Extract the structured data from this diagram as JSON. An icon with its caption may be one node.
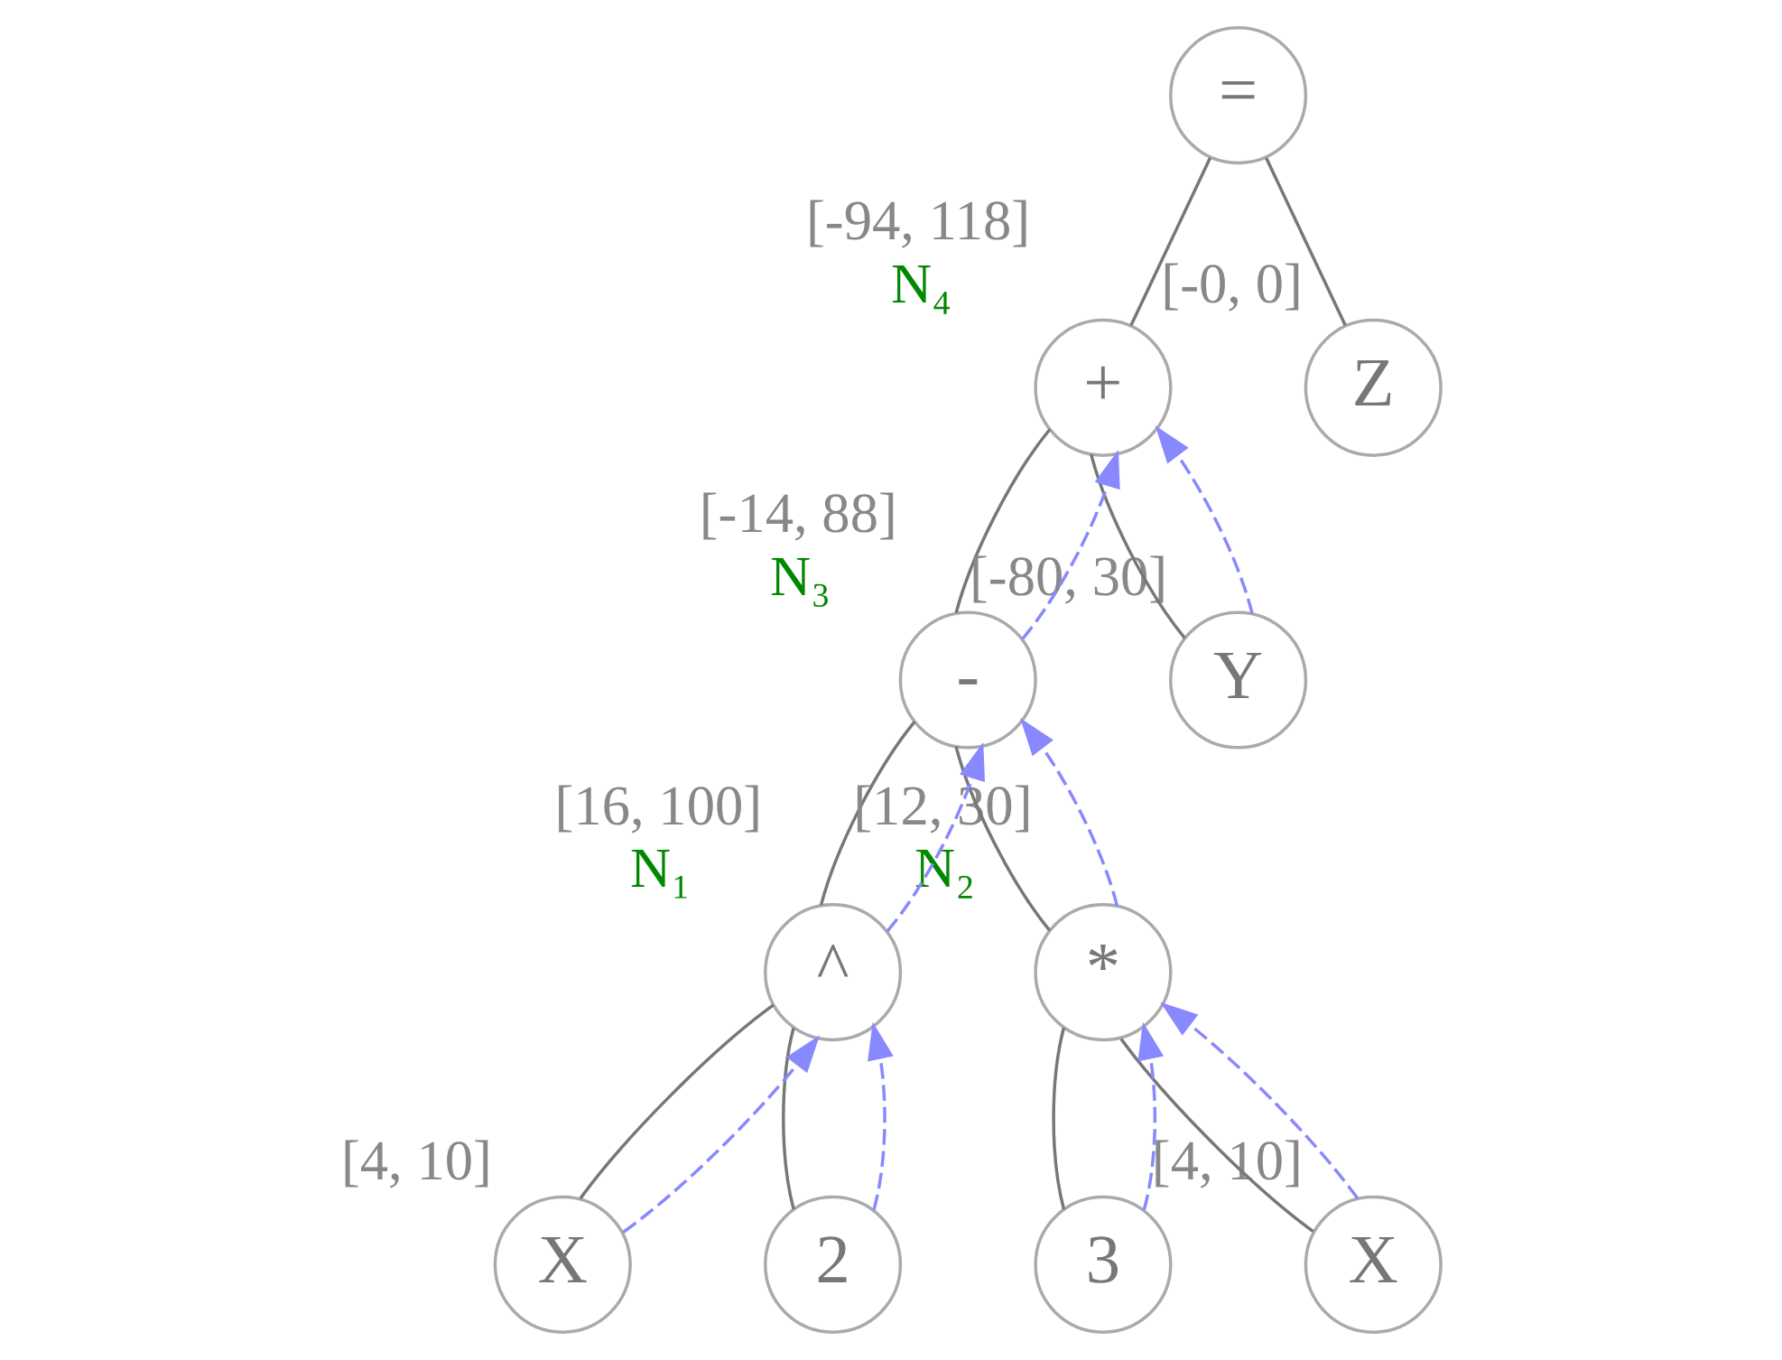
{
  "diagram": {
    "nodes": [
      {
        "text": [
          "="
        ]
      },
      {
        "text": [
          "+"
        ],
        "beside": [
          "[-94, 118]",
          "N₄"
        ]
      },
      {
        "text": [
          "Z"
        ],
        "beside": [
          "[-0, 0]"
        ]
      },
      {
        "text": [
          "-"
        ],
        "beside": [
          "[-14, 88]",
          "N₃"
        ]
      },
      {
        "text": [
          "Y"
        ],
        "beside": [
          "[-80, 30]"
        ]
      },
      {
        "text": [
          "^"
        ],
        "beside": [
          "[16, 100]",
          "N₁"
        ]
      },
      {
        "text": [
          "*"
        ],
        "beside": [
          "[12, 30]",
          "N₂"
        ]
      },
      {
        "text": [
          "X"
        ],
        "beside": [
          "[4, 10]"
        ]
      },
      {
        "text": [
          "2"
        ]
      },
      {
        "text": [
          "3"
        ]
      },
      {
        "text": [
          "X"
        ],
        "beside": [
          "[4, 10]"
        ]
      }
    ],
    "edges": [
      {
        "from": 0,
        "to": 1,
        "arrow": "none"
      },
      {
        "from": 0,
        "to": 2,
        "arrow": "none"
      },
      {
        "from": 1,
        "to": 3,
        "arrow": "none"
      },
      {
        "from": 1,
        "to": 4,
        "arrow": "none"
      },
      {
        "from": 3,
        "to": 5,
        "arrow": "none"
      },
      {
        "from": 3,
        "to": 6,
        "arrow": "none"
      },
      {
        "from": 5,
        "to": 7,
        "arrow": "none"
      },
      {
        "from": 5,
        "to": 8,
        "arrow": "none"
      },
      {
        "from": 6,
        "to": 9,
        "arrow": "none"
      },
      {
        "from": 6,
        "to": 10,
        "arrow": "none"
      },
      {
        "from": 7,
        "to": 5,
        "arrow": "to",
        "style": "dashed",
        "color": "#8888ff"
      },
      {
        "from": 8,
        "to": 5,
        "arrow": "to",
        "style": "dashed",
        "color": "#8888ff"
      },
      {
        "from": 9,
        "to": 6,
        "arrow": "to",
        "style": "dashed",
        "color": "#8888ff"
      },
      {
        "from": 10,
        "to": 6,
        "arrow": "to",
        "style": "dashed",
        "color": "#8888ff"
      },
      {
        "from": 5,
        "to": 3,
        "arrow": "to",
        "style": "dashed",
        "color": "#8888ff"
      },
      {
        "from": 6,
        "to": 3,
        "arrow": "to",
        "style": "dashed",
        "color": "#8888ff"
      },
      {
        "from": 3,
        "to": 1,
        "arrow": "to",
        "style": "dashed",
        "color": "#8888ff"
      },
      {
        "from": 4,
        "to": 1,
        "arrow": "to",
        "style": "dashed",
        "color": "#8888ff"
      }
    ]
  }
}
